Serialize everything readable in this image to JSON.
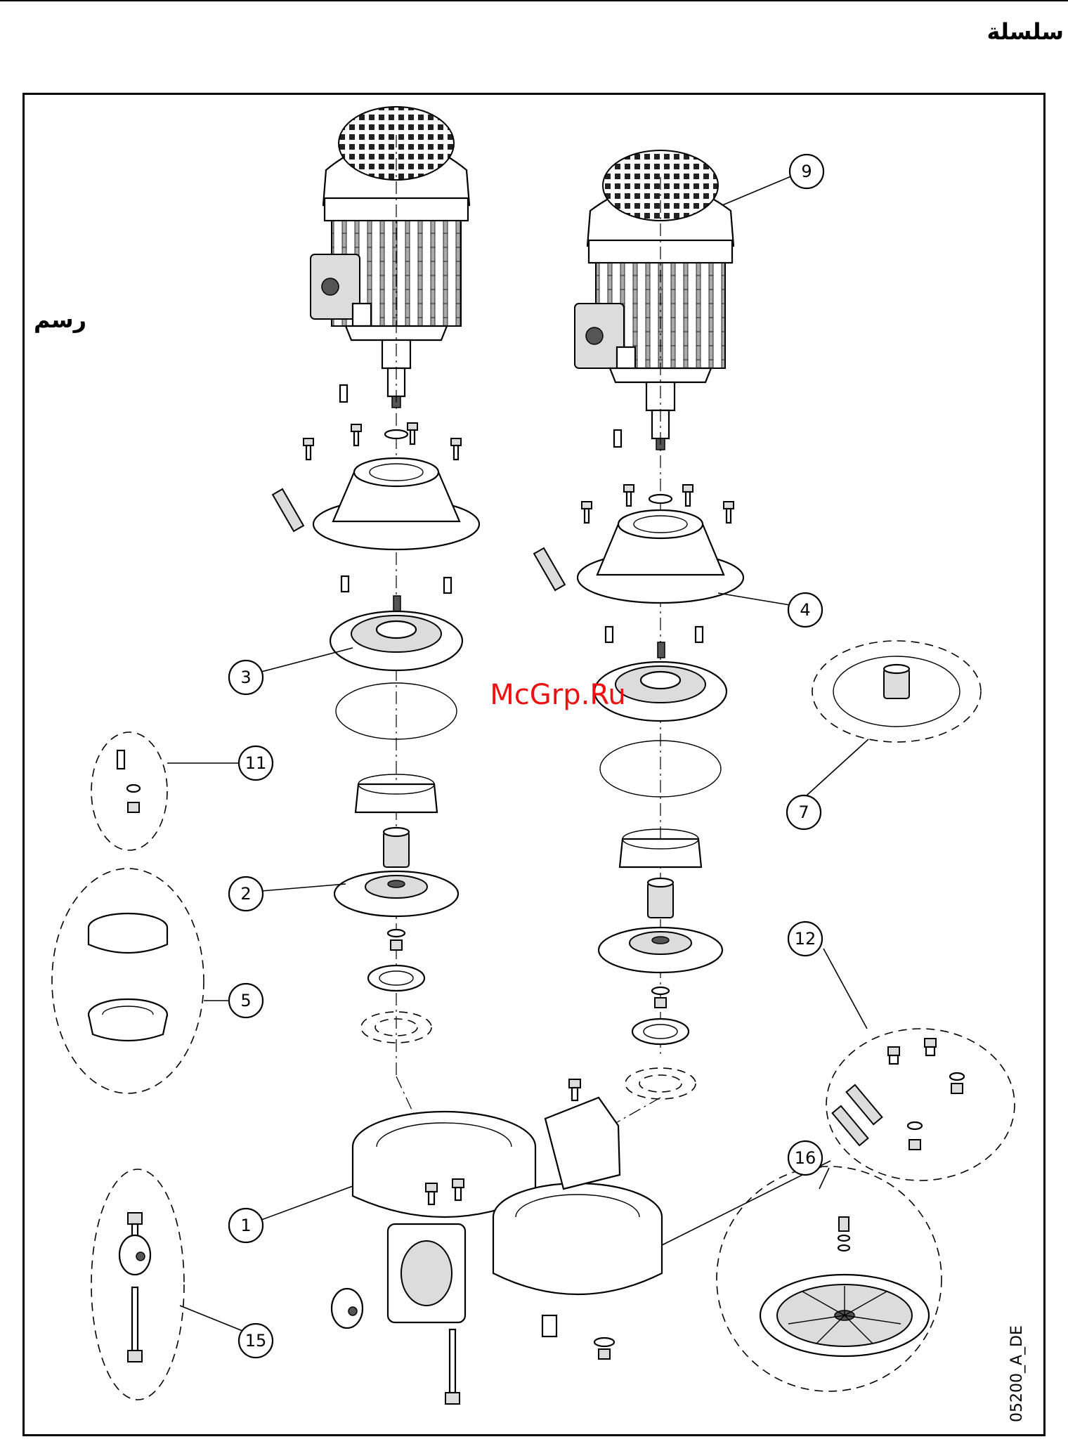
{
  "header": {
    "series_label": "سلسلة",
    "figure_label": "رسم"
  },
  "watermark": "McGrp.Ru",
  "drawing_code": "05200_A_DE",
  "callouts": [
    "1",
    "2",
    "3",
    "4",
    "5",
    "7",
    "9",
    "11",
    "12",
    "15",
    "16"
  ]
}
